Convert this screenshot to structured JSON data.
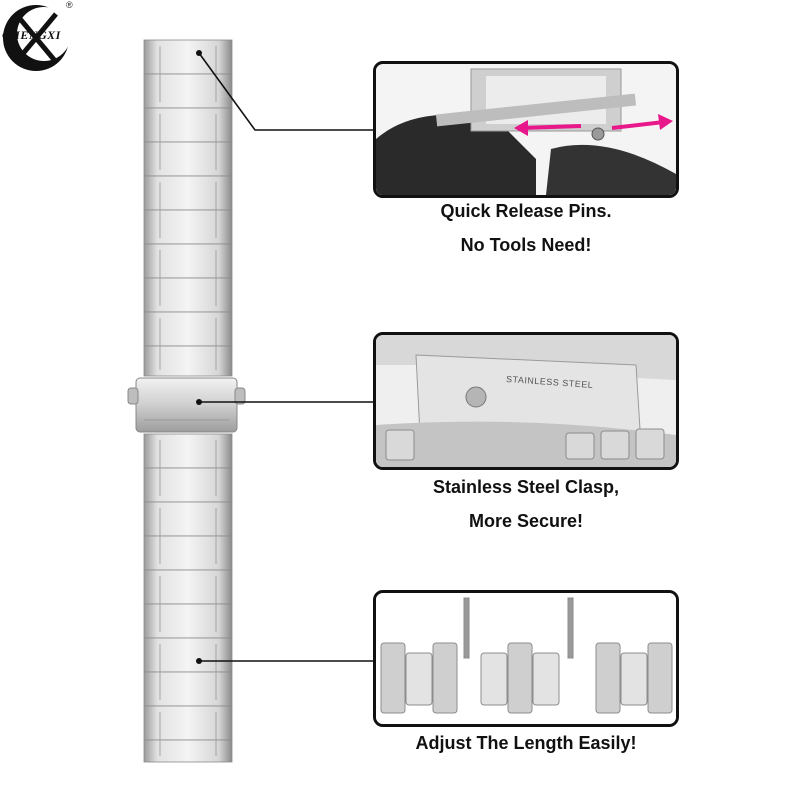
{
  "brand": {
    "name": "CHENGXI",
    "registered": "®"
  },
  "features": [
    {
      "caption_line1": "Quick Release Pins.",
      "caption_line2": "No Tools Need!",
      "detail_text": ""
    },
    {
      "caption_line1": "Stainless Steel Clasp,",
      "caption_line2": "More Secure!",
      "detail_text": "STAINLESS STEEL"
    },
    {
      "caption_line1": "Adjust The Length Easily!",
      "caption_line2": ""
    }
  ],
  "colors": {
    "steel_light": "#e9e9e9",
    "steel_mid": "#c7c7c7",
    "steel_dark": "#8d8d8d",
    "arrow": "#e8178a",
    "frame": "#111111"
  }
}
